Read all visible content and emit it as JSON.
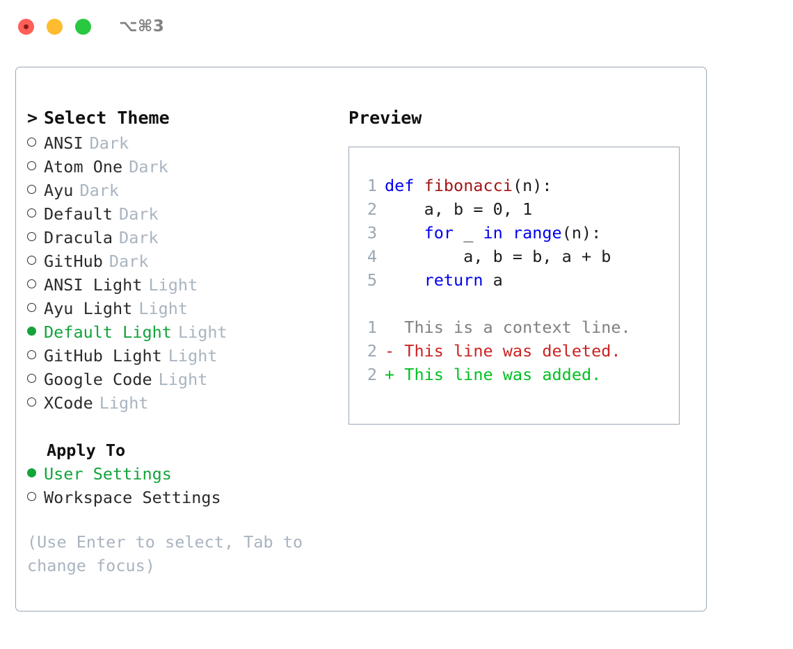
{
  "window": {
    "shortcut": "⌥⌘3",
    "traffic_lights": [
      "close",
      "minimize",
      "zoom"
    ]
  },
  "theme_panel": {
    "heading": "Select Theme",
    "heading_caret": ">",
    "marker_unselected": "○",
    "marker_selected": "●",
    "items": [
      {
        "label": "ANSI",
        "suffix": "Dark",
        "selected": false
      },
      {
        "label": "Atom One",
        "suffix": "Dark",
        "selected": false
      },
      {
        "label": "Ayu",
        "suffix": "Dark",
        "selected": false
      },
      {
        "label": "Default",
        "suffix": "Dark",
        "selected": false
      },
      {
        "label": "Dracula",
        "suffix": "Dark",
        "selected": false
      },
      {
        "label": "GitHub",
        "suffix": "Dark",
        "selected": false
      },
      {
        "label": "ANSI Light",
        "suffix": "Light",
        "selected": false
      },
      {
        "label": "Ayu Light",
        "suffix": "Light",
        "selected": false
      },
      {
        "label": "Default Light",
        "suffix": "Light",
        "selected": true
      },
      {
        "label": "GitHub Light",
        "suffix": "Light",
        "selected": false
      },
      {
        "label": "Google Code",
        "suffix": "Light",
        "selected": false
      },
      {
        "label": "XCode",
        "suffix": "Light",
        "selected": false
      }
    ]
  },
  "apply_to": {
    "heading": "Apply To",
    "items": [
      {
        "label": "User Settings",
        "selected": true
      },
      {
        "label": "Workspace Settings",
        "selected": false
      }
    ]
  },
  "hint": "(Use Enter to select, Tab to change focus)",
  "preview": {
    "heading": "Preview",
    "code_lines": [
      {
        "no": "1",
        "tokens": [
          {
            "t": "def",
            "c": "kw"
          },
          {
            "t": " ",
            "c": "pl"
          },
          {
            "t": "fibonacci",
            "c": "fn"
          },
          {
            "t": "(n):",
            "c": "pl"
          }
        ]
      },
      {
        "no": "2",
        "tokens": [
          {
            "t": "    a, b = 0, 1",
            "c": "pl"
          }
        ]
      },
      {
        "no": "3",
        "tokens": [
          {
            "t": "    ",
            "c": "pl"
          },
          {
            "t": "for",
            "c": "kw"
          },
          {
            "t": " _ ",
            "c": "pl"
          },
          {
            "t": "in",
            "c": "kw"
          },
          {
            "t": " ",
            "c": "pl"
          },
          {
            "t": "range",
            "c": "kw"
          },
          {
            "t": "(n):",
            "c": "pl"
          }
        ]
      },
      {
        "no": "4",
        "tokens": [
          {
            "t": "        a, b = b, a + b",
            "c": "pl"
          }
        ]
      },
      {
        "no": "5",
        "tokens": [
          {
            "t": "    ",
            "c": "pl"
          },
          {
            "t": "return",
            "c": "kw"
          },
          {
            "t": " a",
            "c": "pl"
          }
        ]
      }
    ],
    "diff_lines": [
      {
        "no": "1",
        "text": "  This is a context line.",
        "kind": "ctx"
      },
      {
        "no": "2",
        "text": "- This line was deleted.",
        "kind": "del"
      },
      {
        "no": "2",
        "text": "+ This line was added.",
        "kind": "add"
      }
    ]
  },
  "colors": {
    "selected_green": "#13a33b",
    "suffix_gray": "#a9b4c0",
    "keyword_blue": "#0000ee",
    "function_red": "#a41515",
    "diff_delete": "#cc2222",
    "diff_add": "#00c020",
    "border": "#9aa6b4"
  }
}
